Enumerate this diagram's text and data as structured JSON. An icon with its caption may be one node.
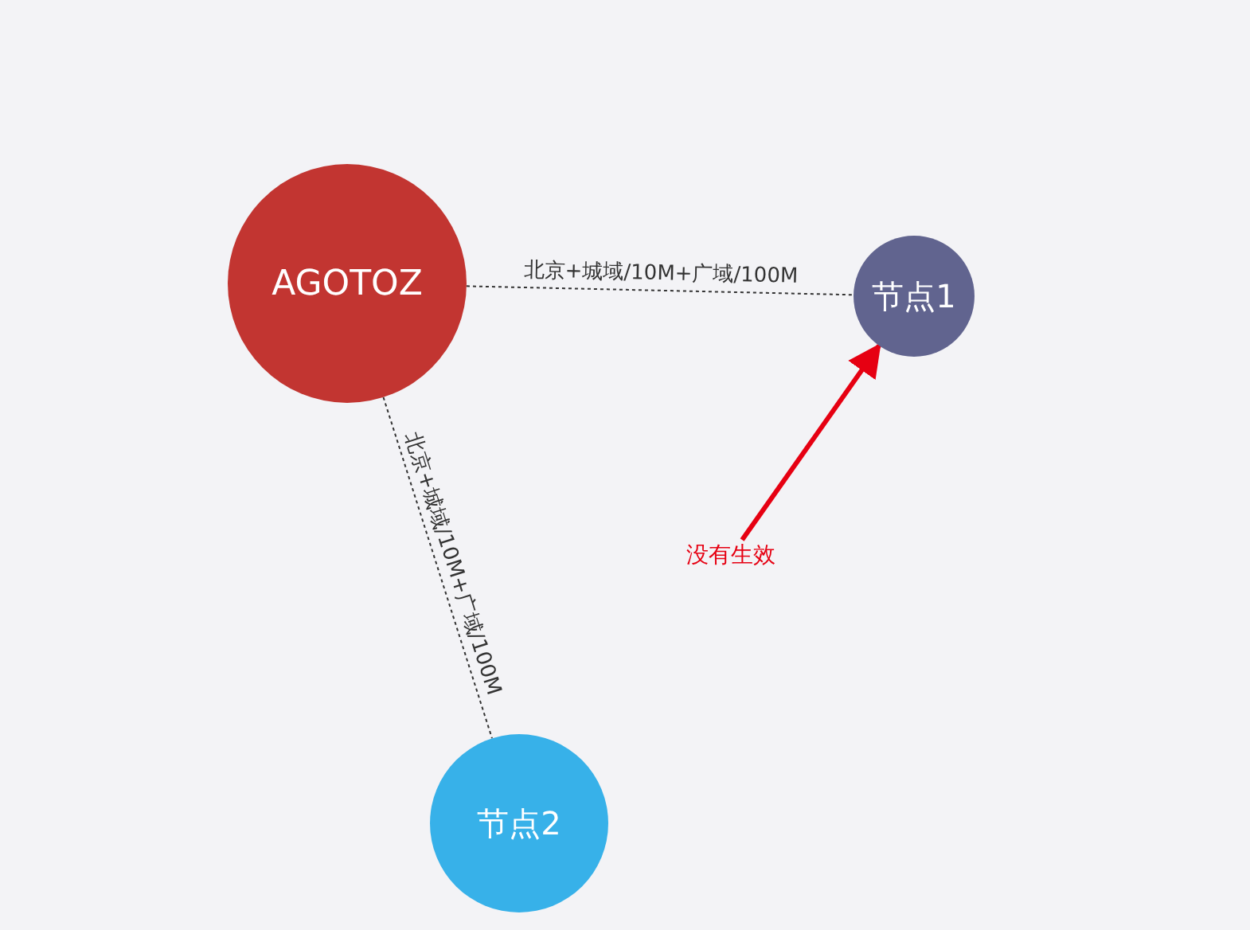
{
  "diagram": {
    "nodes": [
      {
        "text": [
          "AGOTOZ"
        ]
      },
      {
        "text": [
          "节点1"
        ]
      },
      {
        "text": [
          "节点2"
        ]
      },
      {
        "text": [
          "没有生效"
        ]
      }
    ],
    "edges": [
      {
        "from": 0,
        "to": 1,
        "arrow": "none",
        "style": "dashed",
        "label": "北京+城域/10M+广域/100M"
      },
      {
        "from": 0,
        "to": 2,
        "arrow": "none",
        "style": "dashed",
        "label": "北京+城域/10M+广域/100M"
      },
      {
        "from": 3,
        "to": 1,
        "arrow": "to",
        "style": "thick",
        "color": "#e60012"
      }
    ]
  }
}
